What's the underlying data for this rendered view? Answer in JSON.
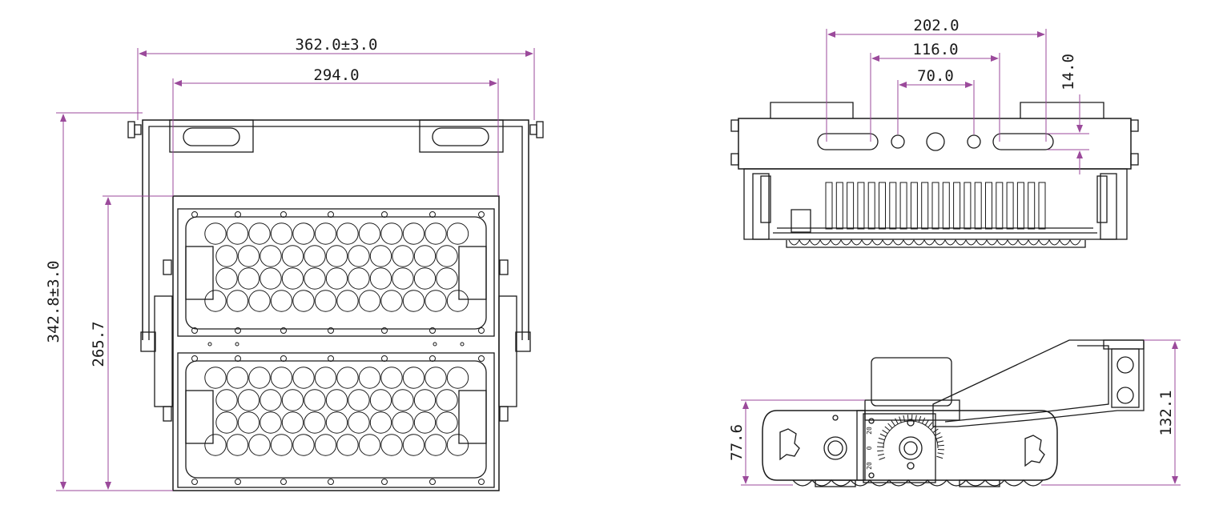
{
  "colors": {
    "outline": "#1a1a1a",
    "dimension": "#9b4a9b",
    "background": "#ffffff"
  },
  "front_view": {
    "width_overall": "362.0±3.0",
    "width_mount": "294.0",
    "height_overall": "342.8±3.0",
    "height_body": "265.7"
  },
  "top_view": {
    "dim_outer": "202.0",
    "dim_middle": "116.0",
    "dim_inner": "70.0",
    "dim_slot": "14.0"
  },
  "side_view": {
    "height_body": "77.6",
    "height_bracket": "132.1",
    "scale_marks": [
      "20",
      "0",
      "20"
    ]
  }
}
